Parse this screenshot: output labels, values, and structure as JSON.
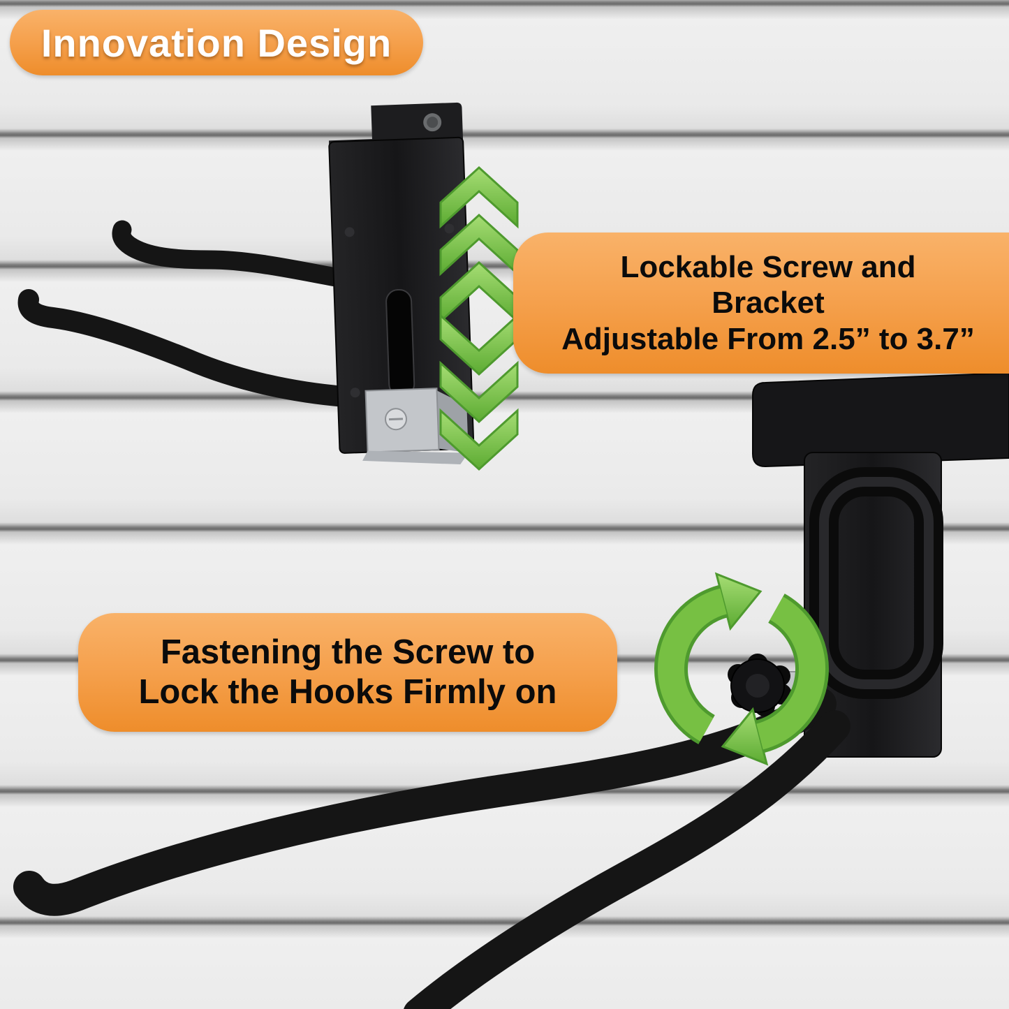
{
  "badge": {
    "title": "Innovation Design"
  },
  "callout_lockable": {
    "line1": "Lockable Screw and",
    "line2": "Bracket",
    "line3": "Adjustable From 2.5” to 3.7”"
  },
  "callout_fastening": {
    "line1": "Fastening the Screw to",
    "line2": "Lock the Hooks Firmly on"
  },
  "icons": {
    "adjust_arrows": "up-down-chevron-arrows",
    "rotate_arrow": "circular-rotation-arrows"
  },
  "colors": {
    "callout_orange": "#F5A04C",
    "arrow_green": "#77C043",
    "hook_black": "#151515",
    "wall_gray": "#E9E9E9",
    "zinc_silver": "#C3C6CA"
  }
}
